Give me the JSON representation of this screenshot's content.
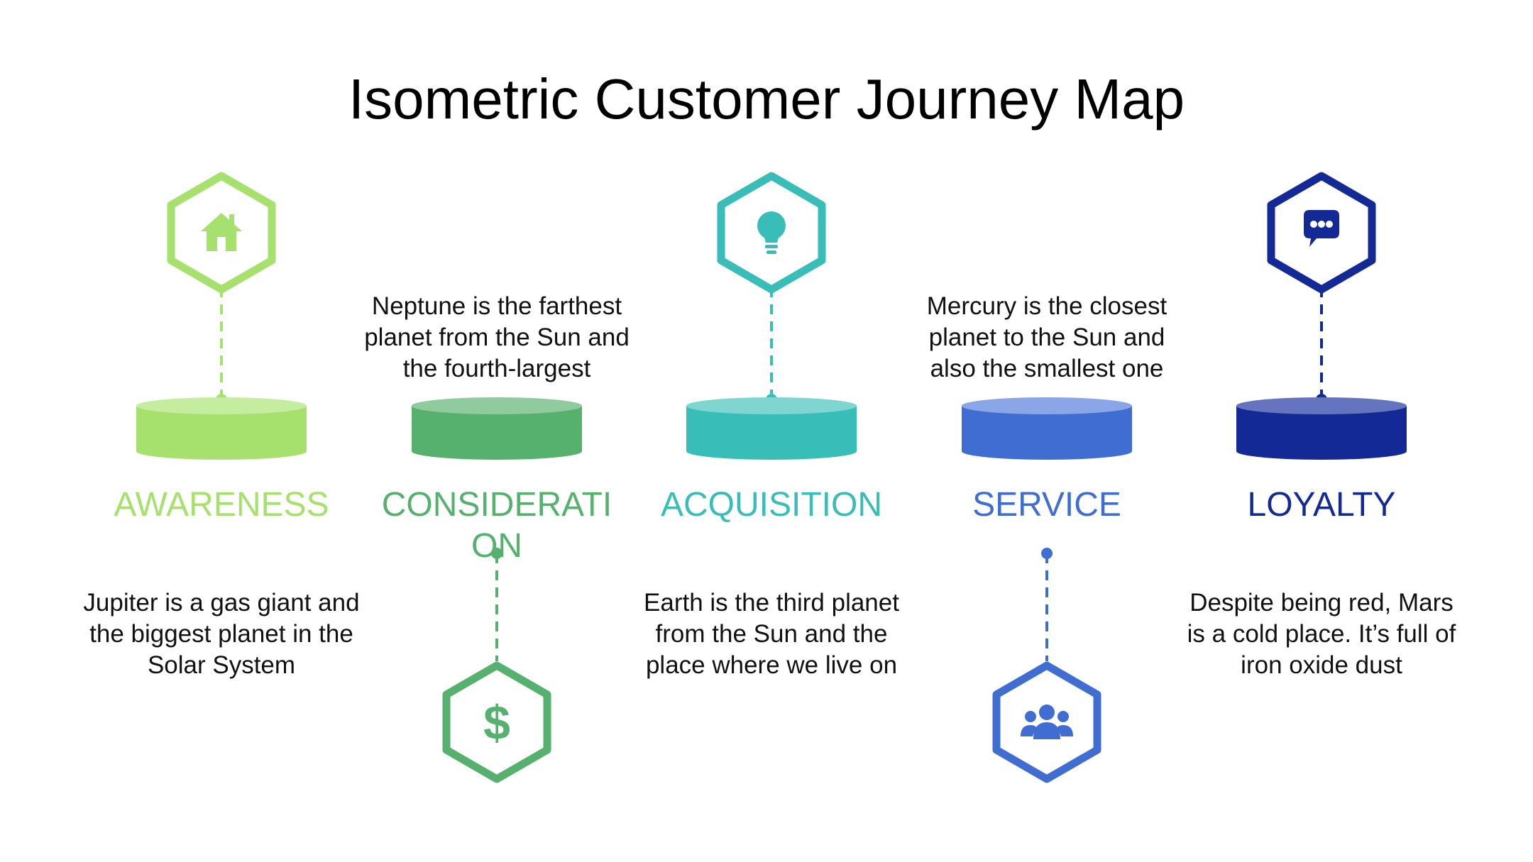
{
  "title": "Isometric Customer Journey Map",
  "stages": [
    {
      "label": "AWARENESS",
      "description": "Jupiter is a gas giant and the biggest planet in the Solar System",
      "icon": "home-icon",
      "color": "#A6E16E",
      "top_color": "#C5EDA0",
      "icon_position": "top",
      "description_position": "bottom"
    },
    {
      "label": "CONSIDERATION",
      "description": "Neptune is the farthest planet from the Sun and the fourth-largest",
      "icon": "dollar-icon",
      "color": "#56B06E",
      "top_color": "#8FCB9C",
      "icon_position": "bottom",
      "description_position": "top"
    },
    {
      "label": "ACQUISITION",
      "description": "Earth is the third planet from the Sun and the place where we live on",
      "icon": "lightbulb-icon",
      "color": "#38BDB8",
      "top_color": "#7FD6D1",
      "icon_position": "top",
      "description_position": "bottom"
    },
    {
      "label": "SERVICE",
      "description": "Mercury is the closest planet to the Sun and also the smallest one",
      "icon": "users-icon",
      "color": "#3F6DD1",
      "top_color": "#8AA6E6",
      "icon_position": "bottom",
      "description_position": "top"
    },
    {
      "label": "LOYALTY",
      "description": "Despite being red, Mars is a cold place. It’s full of iron oxide dust",
      "icon": "chat-icon",
      "color": "#132A96",
      "top_color": "#6574BE",
      "icon_position": "top",
      "description_position": "bottom"
    }
  ]
}
